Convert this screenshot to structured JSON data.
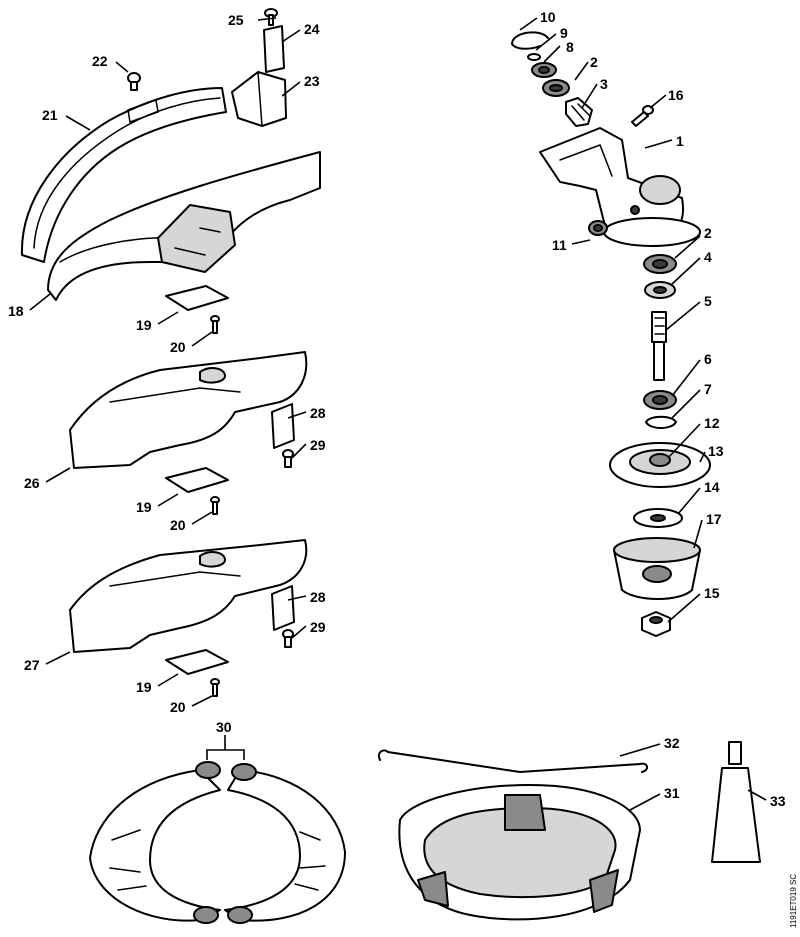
{
  "diagram": {
    "reference_code": "1191ET019 SC",
    "callouts": [
      {
        "label": "1"
      },
      {
        "label": "2"
      },
      {
        "label": "3"
      },
      {
        "label": "16"
      },
      {
        "label": "10"
      },
      {
        "label": "9"
      },
      {
        "label": "8"
      },
      {
        "label": "2"
      },
      {
        "label": "11"
      },
      {
        "label": "2"
      },
      {
        "label": "4"
      },
      {
        "label": "5"
      },
      {
        "label": "6"
      },
      {
        "label": "7"
      },
      {
        "label": "12"
      },
      {
        "label": "13"
      },
      {
        "label": "14"
      },
      {
        "label": "17"
      },
      {
        "label": "15"
      },
      {
        "label": "25"
      },
      {
        "label": "24"
      },
      {
        "label": "22"
      },
      {
        "label": "23"
      },
      {
        "label": "21"
      },
      {
        "label": "18"
      },
      {
        "label": "19"
      },
      {
        "label": "20"
      },
      {
        "label": "26"
      },
      {
        "label": "28"
      },
      {
        "label": "29"
      },
      {
        "label": "19"
      },
      {
        "label": "20"
      },
      {
        "label": "27"
      },
      {
        "label": "28"
      },
      {
        "label": "29"
      },
      {
        "label": "19"
      },
      {
        "label": "20"
      },
      {
        "label": "30"
      },
      {
        "label": "32"
      },
      {
        "label": "31"
      },
      {
        "label": "33"
      }
    ]
  }
}
